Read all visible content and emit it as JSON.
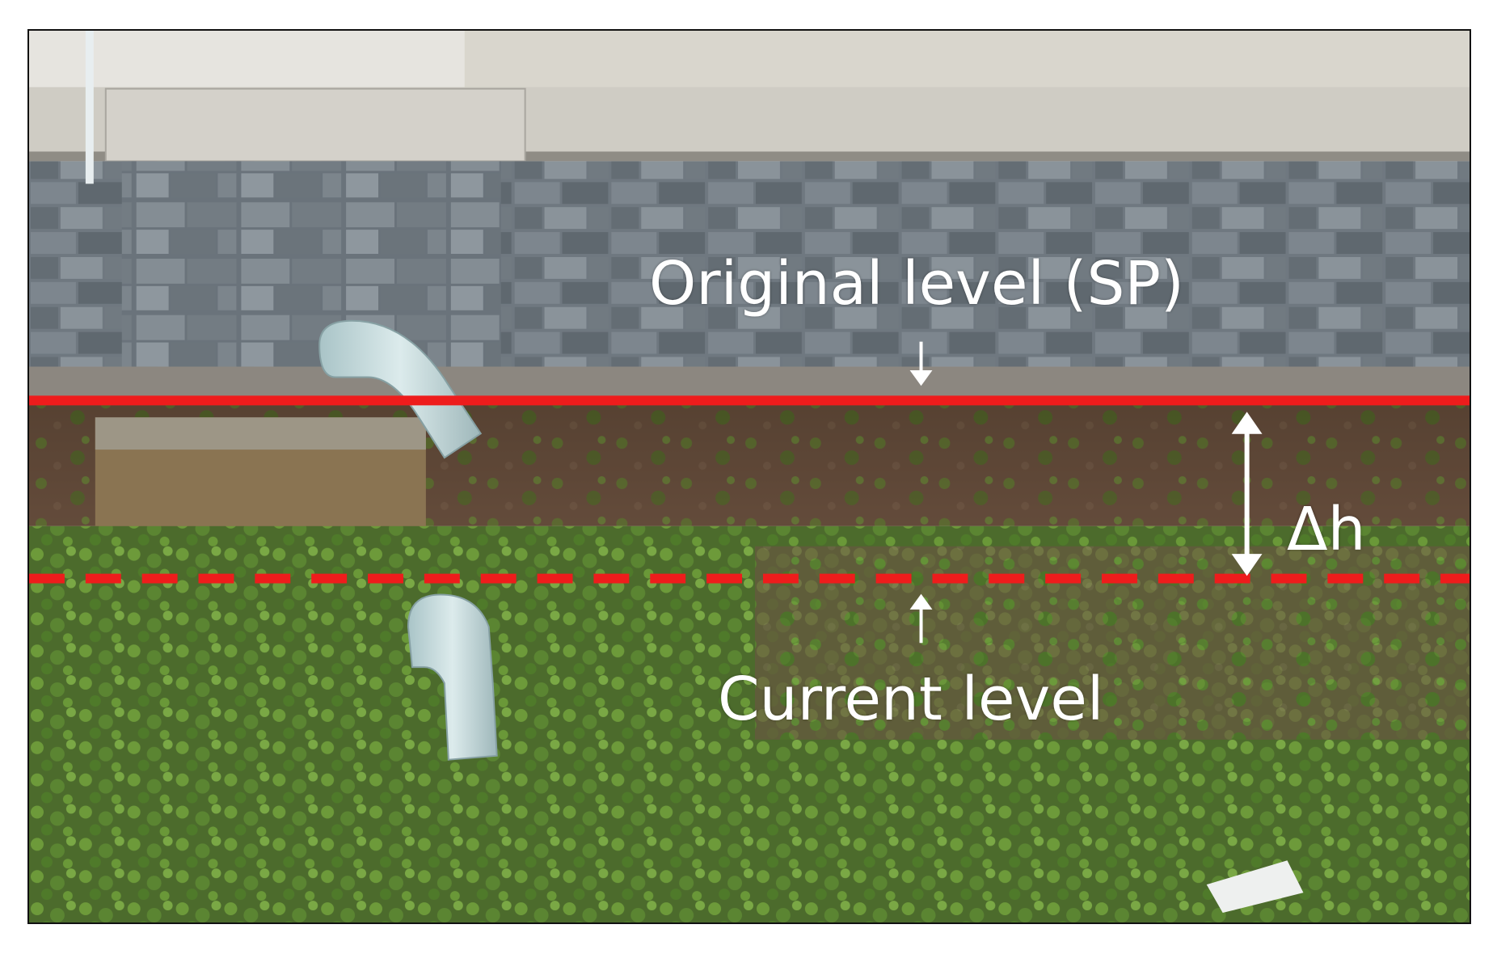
{
  "figure": {
    "labels": {
      "original": "Original level (SP)",
      "current": "Current level",
      "delta": "Δh"
    },
    "colors": {
      "reference_line": "#ee1c1c",
      "annotation_text": "#ffffff",
      "border": "#111111"
    },
    "scene": {
      "subject": "building foundation",
      "elements": [
        "stone-block-wall",
        "concrete-plinth",
        "pvc-drain-pipe",
        "grass-ground",
        "exposed-soil",
        "concrete-block"
      ]
    }
  }
}
